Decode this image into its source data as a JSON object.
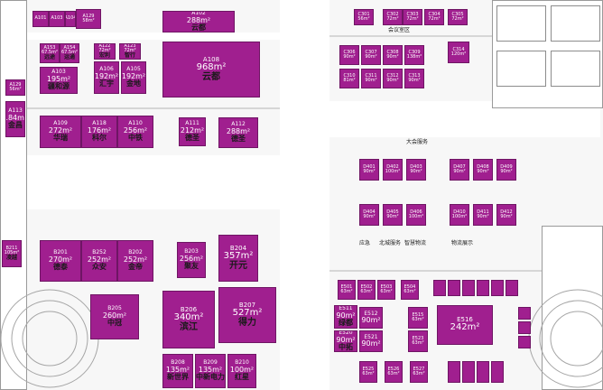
{
  "map_labels": {
    "hall_a": "云都",
    "lane_c": "会议室区",
    "d_head": "大会服务",
    "d_foot1": "应急",
    "d_foot2": "北城服务",
    "d_foot3": "智慧物流",
    "d_foot4": "物流展示"
  },
  "colors": {
    "booth": "#a01f8f",
    "booth_border": "#6f1564",
    "name_text": "#1a1a1a",
    "floor": "#f7f7f7"
  },
  "booths": [
    {
      "id": "A101",
      "area": "",
      "name": ""
    },
    {
      "id": "A103",
      "area": "",
      "name": ""
    },
    {
      "id": "A104",
      "area": "",
      "name": ""
    },
    {
      "id": "A129",
      "area": "58m²",
      "name": ""
    },
    {
      "id": "A102",
      "area": "288m²",
      "name": "云都"
    },
    {
      "id": "A153",
      "area": "67.5m²",
      "name": "远途"
    },
    {
      "id": "A154",
      "area": "67.5m²",
      "name": "运通"
    },
    {
      "id": "A122",
      "area": "72m²",
      "name": "宏利"
    },
    {
      "id": "A123",
      "area": "72m²",
      "name": "智行"
    },
    {
      "id": "A103",
      "area": "195m²",
      "name": "疆和源"
    },
    {
      "id": "A106",
      "area": "192m²",
      "name": "汇宇"
    },
    {
      "id": "A105",
      "area": "192m²",
      "name": "金地"
    },
    {
      "id": "A108",
      "area": "968m²",
      "name": "云都"
    },
    {
      "id": "A129",
      "area": "56m²",
      "name": ""
    },
    {
      "id": "A113",
      "area": "184m²",
      "name": "金昌"
    },
    {
      "id": "A109",
      "area": "272m²",
      "name": "华瑞"
    },
    {
      "id": "A118",
      "area": "176m²",
      "name": "科尔"
    },
    {
      "id": "A110",
      "area": "256m²",
      "name": "中铁"
    },
    {
      "id": "A111",
      "area": "212m²",
      "name": "德圣"
    },
    {
      "id": "A112",
      "area": "288m²",
      "name": "德圣"
    },
    {
      "id": "C301",
      "area": "56m²",
      "name": ""
    },
    {
      "id": "C302",
      "area": "72m²",
      "name": ""
    },
    {
      "id": "C303",
      "area": "72m²",
      "name": ""
    },
    {
      "id": "C304",
      "area": "72m²",
      "name": ""
    },
    {
      "id": "C305",
      "area": "72m²",
      "name": ""
    },
    {
      "id": "C306",
      "area": "90m²",
      "name": ""
    },
    {
      "id": "C307",
      "area": "90m²",
      "name": ""
    },
    {
      "id": "C308",
      "area": "90m²",
      "name": ""
    },
    {
      "id": "C309",
      "area": "138m²",
      "name": ""
    },
    {
      "id": "C310",
      "area": "81m²",
      "name": ""
    },
    {
      "id": "C311",
      "area": "90m²",
      "name": ""
    },
    {
      "id": "C312",
      "area": "90m²",
      "name": ""
    },
    {
      "id": "C313",
      "area": "90m²",
      "name": ""
    },
    {
      "id": "C314",
      "area": "120m²",
      "name": ""
    },
    {
      "id": "D401",
      "area": "90m²",
      "name": ""
    },
    {
      "id": "D402",
      "area": "100m²",
      "name": ""
    },
    {
      "id": "D403",
      "area": "90m²",
      "name": ""
    },
    {
      "id": "D407",
      "area": "90m²",
      "name": ""
    },
    {
      "id": "D408",
      "area": "90m²",
      "name": ""
    },
    {
      "id": "D409",
      "area": "90m²",
      "name": ""
    },
    {
      "id": "D404",
      "area": "90m²",
      "name": ""
    },
    {
      "id": "D405",
      "area": "90m²",
      "name": ""
    },
    {
      "id": "D406",
      "area": "100m²",
      "name": ""
    },
    {
      "id": "D410",
      "area": "100m²",
      "name": ""
    },
    {
      "id": "D411",
      "area": "90m²",
      "name": ""
    },
    {
      "id": "D412",
      "area": "90m²",
      "name": ""
    },
    {
      "id": "B211",
      "area": "105m²",
      "name": "凌越"
    },
    {
      "id": "B201",
      "area": "270m²",
      "name": "德泰"
    },
    {
      "id": "B252",
      "area": "252m²",
      "name": "众安"
    },
    {
      "id": "B202",
      "area": "252m²",
      "name": "金帝"
    },
    {
      "id": "B203",
      "area": "256m²",
      "name": "聚友"
    },
    {
      "id": "B204",
      "area": "357m²",
      "name": "开元"
    },
    {
      "id": "B205",
      "area": "260m²",
      "name": "中冠"
    },
    {
      "id": "B206",
      "area": "340m²",
      "name": "滨江"
    },
    {
      "id": "B207",
      "area": "527m²",
      "name": "得力"
    },
    {
      "id": "B208",
      "area": "135m²",
      "name": "新世界"
    },
    {
      "id": "B209",
      "area": "135m²",
      "name": "中新电力"
    },
    {
      "id": "B210",
      "area": "100m²",
      "name": "红星"
    },
    {
      "id": "E501",
      "area": "63m²",
      "name": ""
    },
    {
      "id": "E502",
      "area": "63m²",
      "name": ""
    },
    {
      "id": "E503",
      "area": "63m²",
      "name": ""
    },
    {
      "id": "E504",
      "area": "63m²",
      "name": ""
    },
    {
      "id": "E511",
      "area": "90m²",
      "name": "绿都"
    },
    {
      "id": "E512",
      "area": "90m²",
      "name": ""
    },
    {
      "id": "E515",
      "area": "63m²",
      "name": ""
    },
    {
      "id": "E516",
      "area": "242m²",
      "name": ""
    },
    {
      "id": "E520",
      "area": "90m²",
      "name": "中拓"
    },
    {
      "id": "E521",
      "area": "90m²",
      "name": ""
    },
    {
      "id": "E523",
      "area": "63m²",
      "name": ""
    },
    {
      "id": "E525",
      "area": "63m²",
      "name": ""
    },
    {
      "id": "E526",
      "area": "63m²",
      "name": ""
    },
    {
      "id": "E527",
      "area": "63m²",
      "name": ""
    }
  ]
}
